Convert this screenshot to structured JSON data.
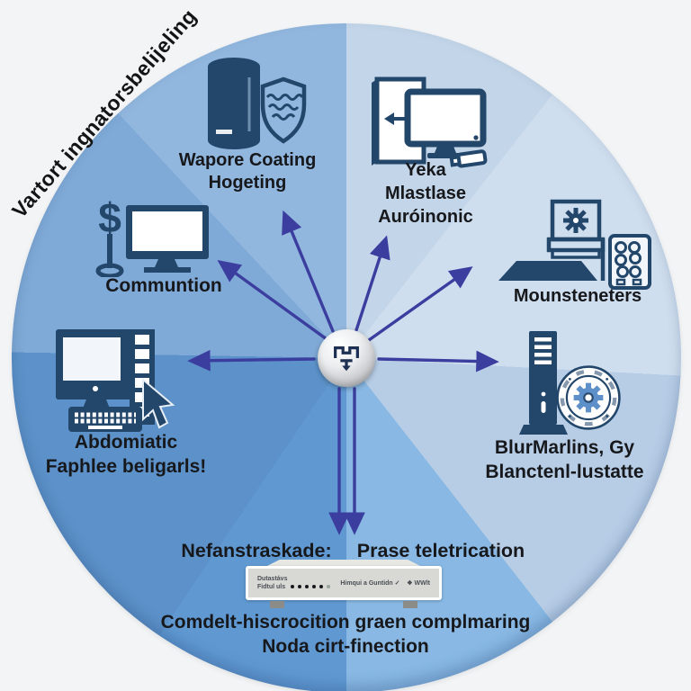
{
  "colors": {
    "background": "#f2f4f6",
    "arrow": "#3b3e9e",
    "icon": "#23466b",
    "text": "#17181c",
    "gear_blue": "#5d8fc9",
    "medallion_logo": "#1d2f52"
  },
  "sectors": [
    {
      "name": "yeka",
      "from": 0,
      "to": 38,
      "color": "#c3d5e8"
    },
    {
      "name": "mounsteneters",
      "from": 38,
      "to": 93,
      "color": "#cfdeee"
    },
    {
      "name": "blurmarlins",
      "from": 93,
      "to": 142,
      "color": "#b7cde6"
    },
    {
      "name": "prase",
      "from": 142,
      "to": 180,
      "color": "#88b8e3"
    },
    {
      "name": "nefanstraskade",
      "from": 180,
      "to": 214,
      "color": "#6099d2"
    },
    {
      "name": "abdomiatic",
      "from": 214,
      "to": 271,
      "color": "#5c92c9"
    },
    {
      "name": "communtion",
      "from": 271,
      "to": 317,
      "color": "#7fa9d6"
    },
    {
      "name": "wapore",
      "from": 317,
      "to": 360,
      "color": "#92b7de"
    }
  ],
  "title": "Vartort ingnatorsbelijeling",
  "nodes": {
    "wapore": {
      "line1": "Wapore Coating",
      "line2": "Hogeting"
    },
    "yeka": {
      "line1": "Yeka",
      "line2": "Mlastlase",
      "line3": "Auróinonic"
    },
    "communtion": {
      "label": "Communtion"
    },
    "mounsteneters": {
      "label": "Mounsteneters"
    },
    "abdomiatic": {
      "line1": "Abdomiatic",
      "line2": "Faphlee beligarls!"
    },
    "blurmarlins": {
      "line1": "BlurMarlins, Gy",
      "line2": "Blanctenl-lustatte"
    },
    "nefanstraskade": {
      "label": "Nefanstraskade:"
    },
    "prase": {
      "label": "Prase teletrication"
    },
    "footer": {
      "line1": "Comdelt-hiscrocition graen complmaring",
      "line2": "Noda cirt-finection"
    }
  },
  "router": {
    "label_top_left": "Dutastávs",
    "label_bottom_left": "Fidtul uls",
    "label_right": "Himqui a Guntidn ✓",
    "label_far_right": "❖ WWlt"
  }
}
